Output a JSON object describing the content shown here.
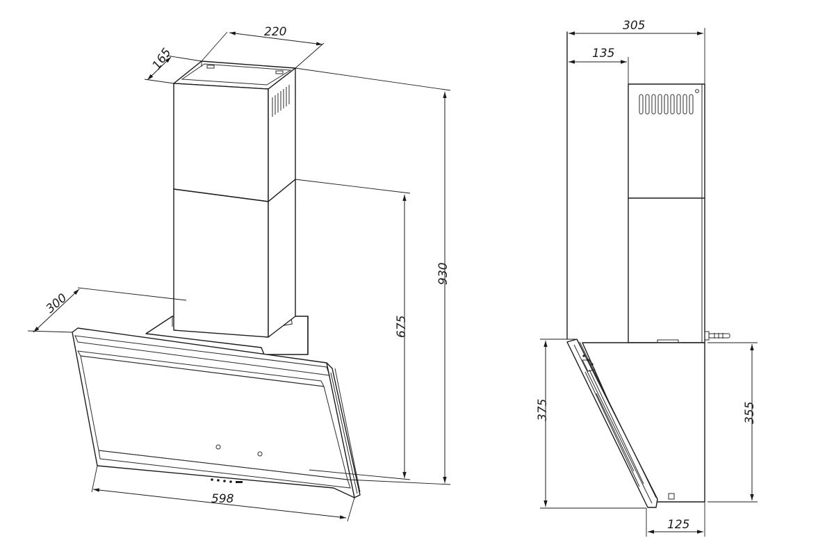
{
  "dimensions": {
    "front_chimney_width": "220",
    "front_chimney_depth": "165",
    "front_total_height": "930",
    "front_height_to_chimney_joint": "675",
    "front_hood_depth": "300",
    "front_hood_width": "598",
    "side_total_depth": "305",
    "side_chimney_offset": "135",
    "side_glass_height": "375",
    "side_body_height": "355",
    "side_bottom_depth": "125"
  }
}
